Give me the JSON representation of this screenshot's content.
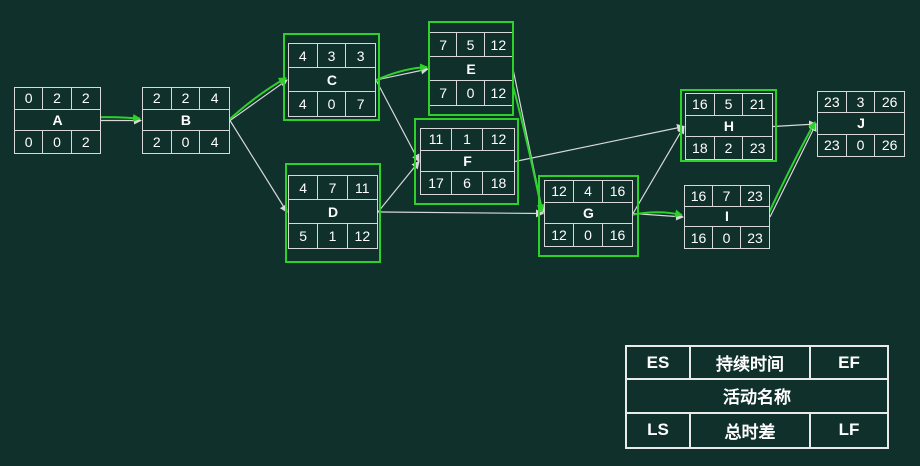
{
  "nodes": [
    {
      "id": "A",
      "es": "0",
      "d": "2",
      "ef": "2",
      "ls": "0",
      "tf": "0",
      "lf": "2"
    },
    {
      "id": "B",
      "es": "2",
      "d": "2",
      "ef": "4",
      "ls": "2",
      "tf": "0",
      "lf": "4"
    },
    {
      "id": "C",
      "es": "4",
      "d": "3",
      "ef": "3",
      "ls": "4",
      "tf": "0",
      "lf": "7"
    },
    {
      "id": "D",
      "es": "4",
      "d": "7",
      "ef": "11",
      "ls": "5",
      "tf": "1",
      "lf": "12"
    },
    {
      "id": "E",
      "es": "7",
      "d": "5",
      "ef": "12",
      "ls": "7",
      "tf": "0",
      "lf": "12"
    },
    {
      "id": "F",
      "es": "11",
      "d": "1",
      "ef": "12",
      "ls": "17",
      "tf": "6",
      "lf": "18"
    },
    {
      "id": "G",
      "es": "12",
      "d": "4",
      "ef": "16",
      "ls": "12",
      "tf": "0",
      "lf": "16"
    },
    {
      "id": "H",
      "es": "16",
      "d": "5",
      "ef": "21",
      "ls": "18",
      "tf": "2",
      "lf": "23"
    },
    {
      "id": "I",
      "es": "16",
      "d": "7",
      "ef": "23",
      "ls": "16",
      "tf": "0",
      "lf": "23"
    },
    {
      "id": "J",
      "es": "23",
      "d": "3",
      "ef": "26",
      "ls": "23",
      "tf": "0",
      "lf": "26"
    }
  ],
  "edges": [
    [
      "A",
      "B"
    ],
    [
      "B",
      "C"
    ],
    [
      "B",
      "D"
    ],
    [
      "C",
      "E"
    ],
    [
      "C",
      "F"
    ],
    [
      "D",
      "F"
    ],
    [
      "D",
      "G"
    ],
    [
      "E",
      "G"
    ],
    [
      "F",
      "H"
    ],
    [
      "G",
      "H"
    ],
    [
      "G",
      "I"
    ],
    [
      "H",
      "J"
    ],
    [
      "I",
      "J"
    ]
  ],
  "critical_marks": [
    [
      "A",
      "B"
    ],
    [
      "B",
      "C"
    ],
    [
      "C",
      "E"
    ],
    [
      "E",
      "G"
    ],
    [
      "G",
      "I"
    ],
    [
      "I",
      "J"
    ]
  ],
  "highlighted_nodes": [
    "C",
    "D",
    "E",
    "F",
    "G",
    "H"
  ],
  "colors": {
    "background": "#10302c",
    "line": "#d8d8d8",
    "highlight": "#2ed12a"
  },
  "legend": {
    "es": "ES",
    "duration": "持续时间",
    "ef": "EF",
    "name": "活动名称",
    "ls": "LS",
    "total_float": "总时差",
    "lf": "LF"
  }
}
